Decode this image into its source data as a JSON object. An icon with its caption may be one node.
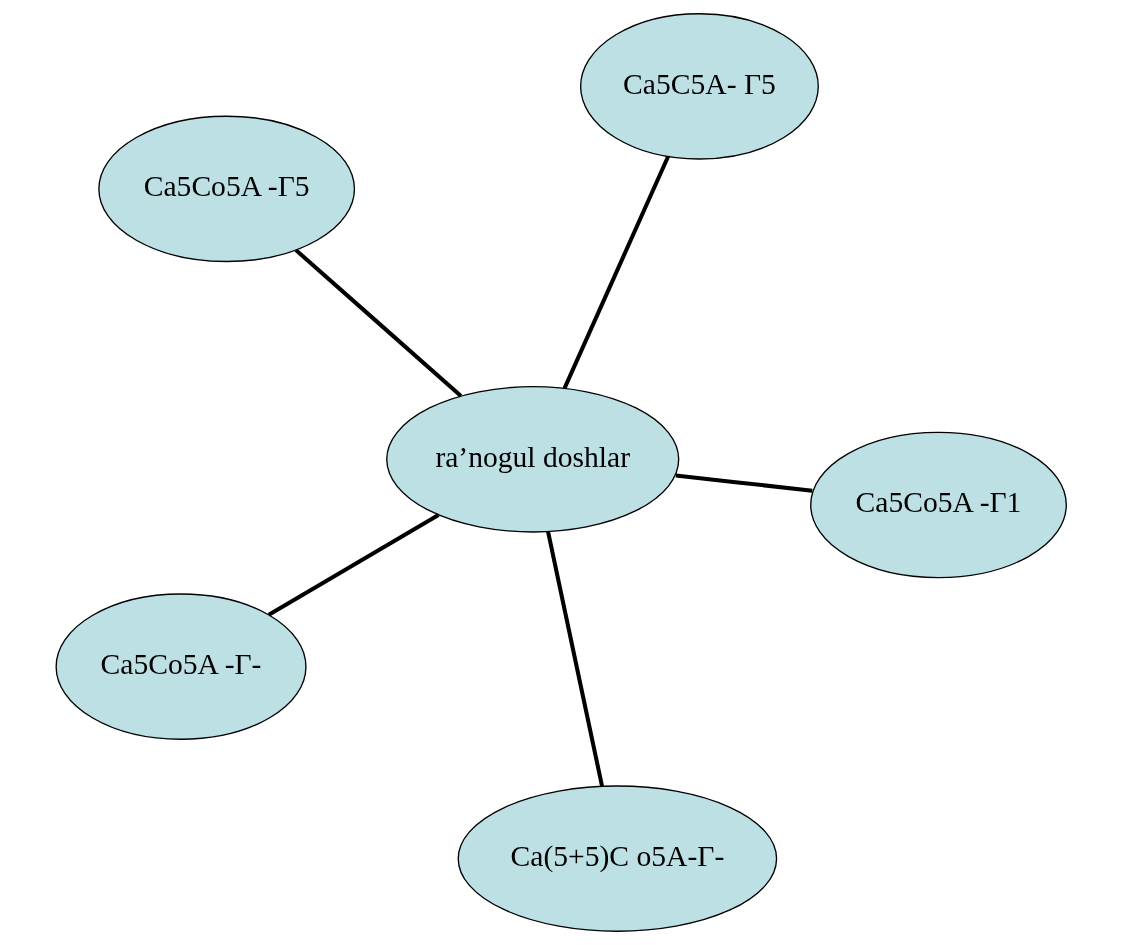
{
  "diagram": {
    "nodes": [
      {
        "text": [
          "Ca5Co5A -Γ5"
        ]
      },
      {
        "text": [
          "Ca5Co5A -Γ1"
        ]
      },
      {
        "text": [
          "Ca(5+5)C o5A-Γ-"
        ]
      },
      {
        "text": [
          "ra’nogul doshlar"
        ]
      },
      {
        "text": [
          "Ca5C5A- Γ5"
        ]
      },
      {
        "text": [
          "Ca5Co5A -Γ-"
        ]
      }
    ],
    "edges": [
      {
        "from": 3,
        "to": 0,
        "arrow": "none"
      },
      {
        "from": 3,
        "to": 1,
        "arrow": "none"
      },
      {
        "from": 3,
        "to": 2,
        "arrow": "none"
      },
      {
        "from": 3,
        "to": 4,
        "arrow": "none"
      },
      {
        "from": 3,
        "to": 5,
        "arrow": "none"
      }
    ]
  }
}
